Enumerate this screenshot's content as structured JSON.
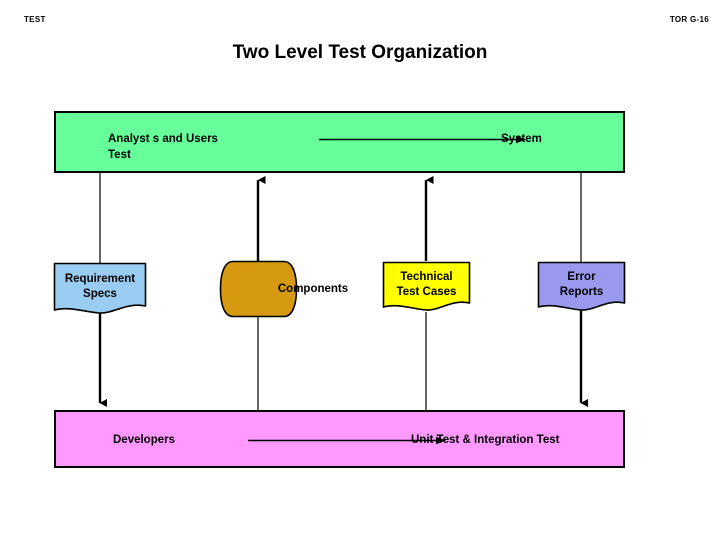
{
  "header": {
    "left": "TEST",
    "right": "TOR G-16"
  },
  "title": "Two Level Test Organization",
  "bands": {
    "top": {
      "name": "analysts-users-band",
      "fill": "#66ff99",
      "left_label": "Analyst s and Users\nTest",
      "right_label": "System",
      "arrow": "right-arrow"
    },
    "bottom": {
      "name": "developers-band",
      "fill": "#ff99ff",
      "left_label": "Developers",
      "right_label": "Unit Test & Integration Test",
      "arrow": "right-arrow"
    }
  },
  "nodes": [
    {
      "id": "requirement-specs",
      "label": "Requirement\nSpecs",
      "shape": "document",
      "fill": "#99ccf0"
    },
    {
      "id": "components",
      "label": "Components",
      "shape": "cylinder",
      "fill": "#d69a11"
    },
    {
      "id": "technical-test-cases",
      "label": "Technical\nTest Cases",
      "shape": "document",
      "fill": "#ffff00"
    },
    {
      "id": "error-reports",
      "label": "Error\nReports",
      "shape": "document",
      "fill": "#9999ee"
    }
  ],
  "colors": {
    "outline": "#000000",
    "background": "#ffffff"
  }
}
